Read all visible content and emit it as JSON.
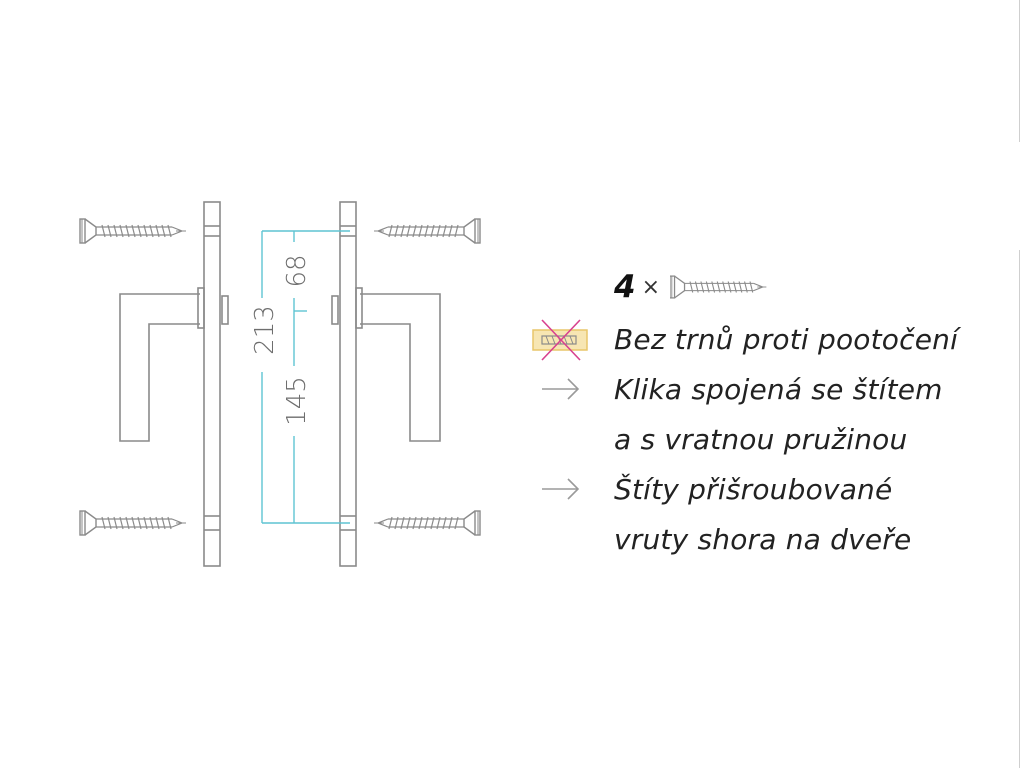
{
  "dimensions": {
    "total": "213",
    "upper": "68",
    "lower": "145"
  },
  "legend": {
    "screw_count": "4",
    "times_sign": "×",
    "no_pins": "Bez trnů proti pootočení",
    "feature_1_line_1": "Klika spojená se štítem",
    "feature_1_line_2": "a s vratnou pružinou",
    "feature_2_line_1": "Štíty přišroubované",
    "feature_2_line_2": "vruty shora na dveře"
  },
  "colors": {
    "outline": "#8a8a8a",
    "dimension": "#5fc4d2",
    "prohibit": "#d8418f",
    "pin_box": "#f1d78a",
    "text": "#222222"
  },
  "icons": [
    "screw-icon",
    "no-anti-rotation-pin-icon",
    "arrow-right-icon"
  ]
}
